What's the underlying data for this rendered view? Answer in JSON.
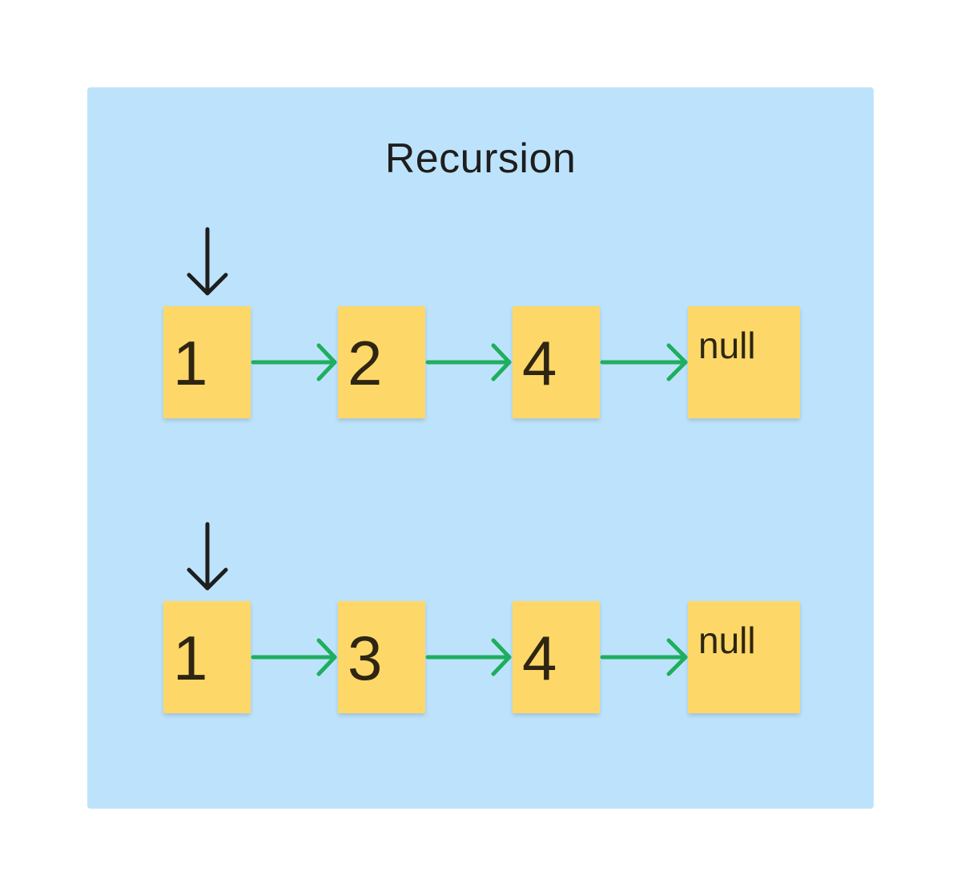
{
  "title": "Recursion",
  "lists": [
    {
      "nodes": [
        "1",
        "2",
        "4",
        "null"
      ]
    },
    {
      "nodes": [
        "1",
        "3",
        "4",
        "null"
      ]
    }
  ],
  "colors": {
    "panel": "#bde3fc",
    "node": "#fdd868",
    "link_arrow": "#1fae5e",
    "pointer_arrow": "#1e1e1e"
  },
  "icons": {
    "pointer": "arrow-down-icon",
    "link": "arrow-right-icon"
  }
}
